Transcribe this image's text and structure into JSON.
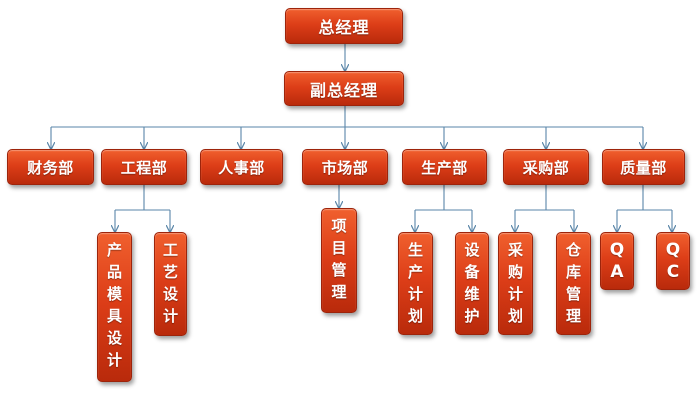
{
  "root": {
    "label": "总经理"
  },
  "deputy": {
    "label": "副总经理"
  },
  "departments": [
    {
      "label": "财务部",
      "children": []
    },
    {
      "label": "工程部",
      "children": [
        "产品模具设计",
        "工艺设计"
      ]
    },
    {
      "label": "人事部",
      "children": []
    },
    {
      "label": "市场部",
      "children": [
        "项目管理"
      ]
    },
    {
      "label": "生产部",
      "children": [
        "生产计划",
        "设备维护"
      ]
    },
    {
      "label": "采购部",
      "children": [
        "采购计划",
        "仓库管理"
      ]
    },
    {
      "label": "质量部",
      "children": [
        "QA",
        "QC"
      ]
    }
  ],
  "colors": {
    "box_fill": "#dd3e18",
    "box_text": "#ffffff",
    "connector": "#5a86a8",
    "background": "#ffffff"
  }
}
